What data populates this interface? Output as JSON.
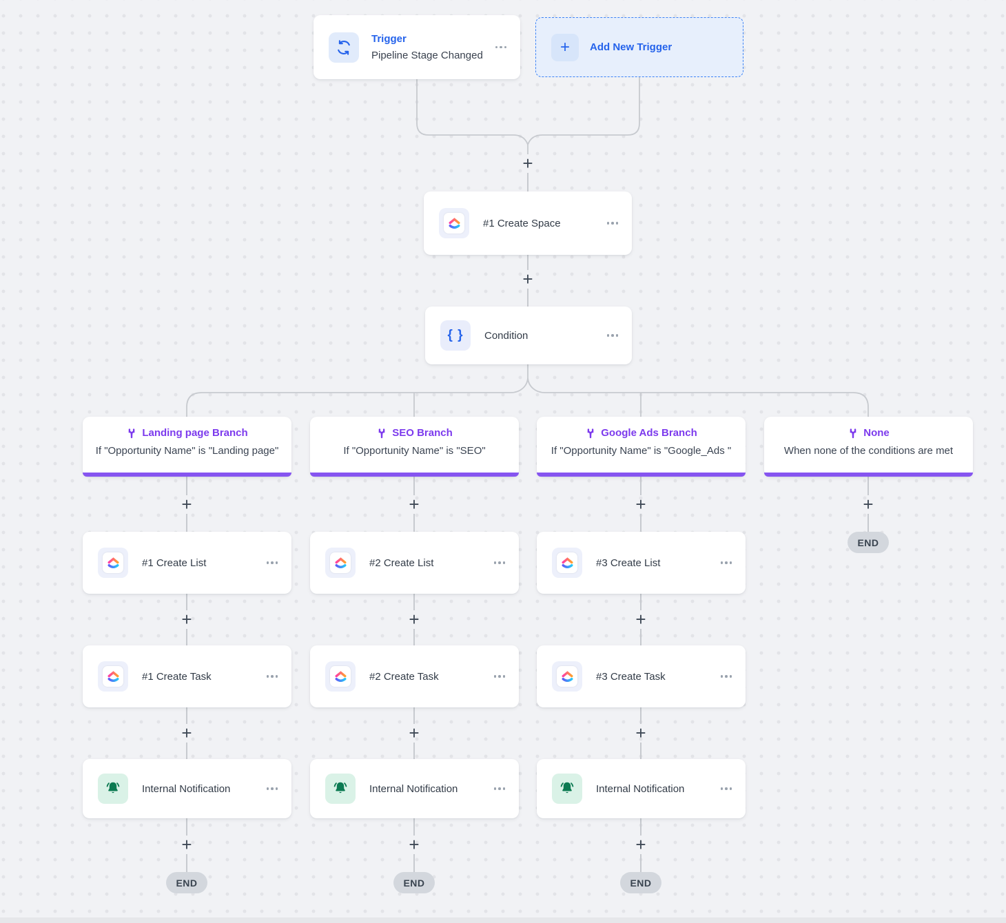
{
  "glyphs": {
    "plus": "+",
    "condition_braces": "{ }"
  },
  "colors": {
    "canvas_bg": "#f1f2f5",
    "accent_blue": "#2563eb",
    "accent_purple": "#7c3aed",
    "branch_bar_purple": "#8655f0",
    "bell_green": "#0c7a52",
    "clickup_pink": "#ff3fa4",
    "clickup_orange": "#ffa12f",
    "clickup_violet": "#5d5df6",
    "clickup_cyan": "#28c7f7",
    "end_pill_bg": "#d3d7dd",
    "connector_line": "#c7cacf"
  },
  "trigger_card": {
    "title": "Trigger",
    "subtitle": "Pipeline Stage Changed"
  },
  "add_new_trigger": {
    "label": "Add New Trigger"
  },
  "create_space": {
    "label": "#1 Create Space"
  },
  "condition": {
    "label": "Condition"
  },
  "branches": [
    {
      "title": "Landing page Branch",
      "rule": "If \"Opportunity Name\" is \"Landing page\"",
      "steps": [
        "#1 Create List",
        "#1 Create Task",
        "Internal Notification"
      ],
      "end": "END"
    },
    {
      "title": "SEO Branch",
      "rule": "If \"Opportunity Name\" is \"SEO\"",
      "steps": [
        "#2 Create List",
        "#2 Create Task",
        "Internal Notification"
      ],
      "end": "END"
    },
    {
      "title": "Google Ads Branch",
      "rule": "If \"Opportunity Name\" is \"Google_Ads \"",
      "steps": [
        "#3 Create List",
        "#3 Create Task",
        "Internal Notification"
      ],
      "end": "END"
    },
    {
      "title": "None",
      "rule": "When none of the conditions are met",
      "end": "END"
    }
  ]
}
